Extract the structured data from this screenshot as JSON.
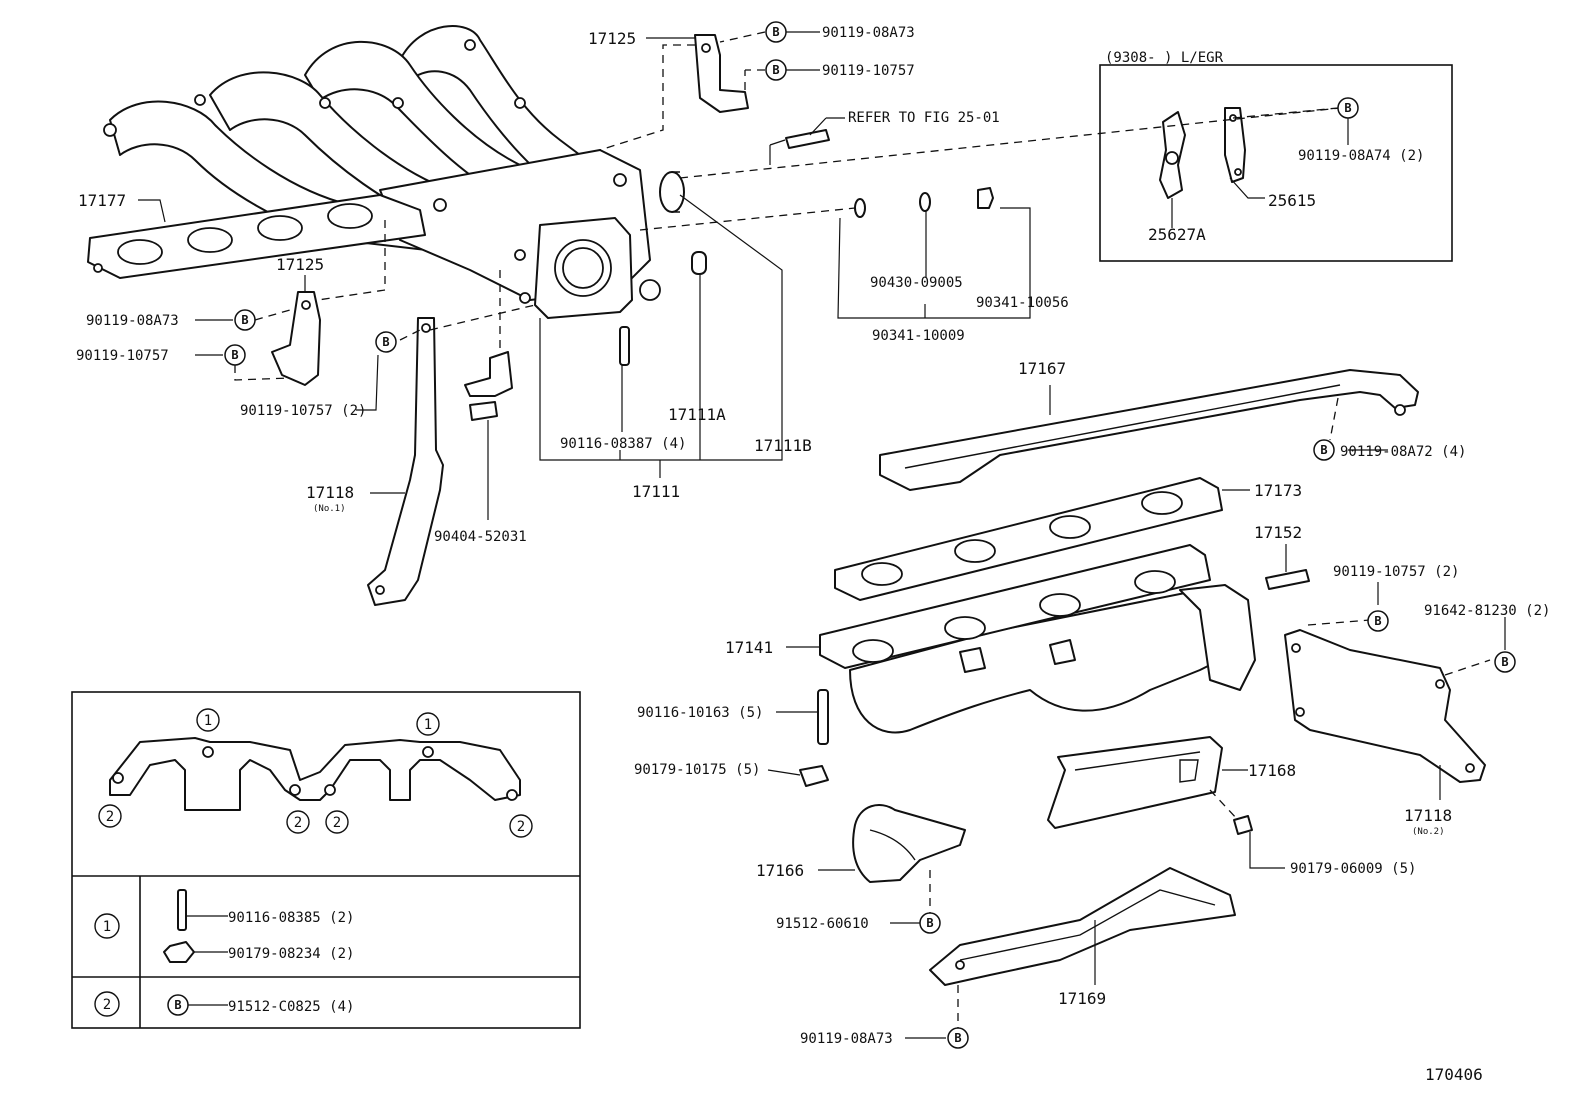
{
  "labels": {
    "p17125_top": "17125",
    "p90119_08A73_top": "90119-08A73",
    "p90119_10757_top": "90119-10757",
    "refer_fig": "REFER TO FIG 25-01",
    "egr_box_title": "(9308-      ) L/EGR",
    "p90119_08A74": "90119-08A74 (2)",
    "p25615": "25615",
    "p25627A": "25627A",
    "p17177": "17177",
    "p17125_left": "17125",
    "p90119_08A73_left": "90119-08A73",
    "p90119_10757_left": "90119-10757",
    "p90119_10757_2_left": "90119-10757 (2)",
    "p90430_09005": "90430-09005",
    "p90341_10056": "90341-10056",
    "p90341_10009": "90341-10009",
    "p17167": "17167",
    "p90119_08A72": "90119-08A72 (4)",
    "p17111A": "17111A",
    "p17111B": "17111B",
    "p90116_08387": "90116-08387 (4)",
    "p17111": "17111",
    "p17118_no1": "17118",
    "p17118_no1_sub": "(No.1)",
    "p90404_52031": "90404-52031",
    "p17173": "17173",
    "p17152": "17152",
    "p90119_10757_2_right": "90119-10757 (2)",
    "p91642_81230": "91642-81230 (2)",
    "p17141": "17141",
    "p90116_10163": "90116-10163 (5)",
    "p90179_10175": "90179-10175 (5)",
    "p17168": "17168",
    "p17118_no2": "17118",
    "p17118_no2_sub": "(No.2)",
    "p17166": "17166",
    "p90179_06009": "90179-06009 (5)",
    "p91512_60610": "91512-60610",
    "p17169": "17169",
    "p90119_08A73_bottom": "90119-08A73",
    "figure_code": "170406"
  },
  "legend": {
    "circle1": "1",
    "circle2": "2",
    "row1_key": "1",
    "row1_part_a": "90116-08385 (2)",
    "row1_part_b": "90179-08234 (2)",
    "row2_key": "2",
    "row2_part": "91512-C0825 (4)"
  },
  "symbols": {
    "bolt_marker": "B"
  }
}
